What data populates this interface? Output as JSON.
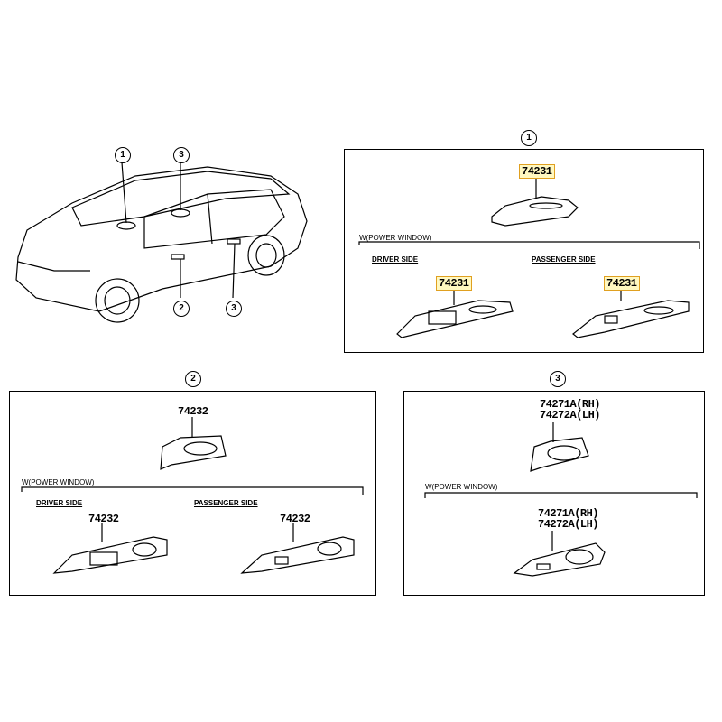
{
  "overview": {
    "callouts": [
      "1",
      "3",
      "2",
      "3"
    ]
  },
  "section1": {
    "number": "1",
    "part_top": "74231",
    "group_label": "W(POWER WINDOW)",
    "driver_label": "DRIVER SIDE",
    "driver_part": "74231",
    "passenger_label": "PASSENGER SIDE",
    "passenger_part": "74231"
  },
  "section2": {
    "number": "2",
    "part_top": "74232",
    "group_label": "W(POWER WINDOW)",
    "driver_label": "DRIVER SIDE",
    "driver_part": "74232",
    "passenger_label": "PASSENGER SIDE",
    "passenger_part": "74232"
  },
  "section3": {
    "number": "3",
    "part_top_rh": "74271A(RH)",
    "part_top_lh": "74272A(LH)",
    "group_label": "W(POWER WINDOW)",
    "part_bottom_rh": "74271A(RH)",
    "part_bottom_lh": "74272A(LH)"
  },
  "colors": {
    "highlight_fill": "#fff8c0",
    "highlight_border": "#e0a020"
  }
}
